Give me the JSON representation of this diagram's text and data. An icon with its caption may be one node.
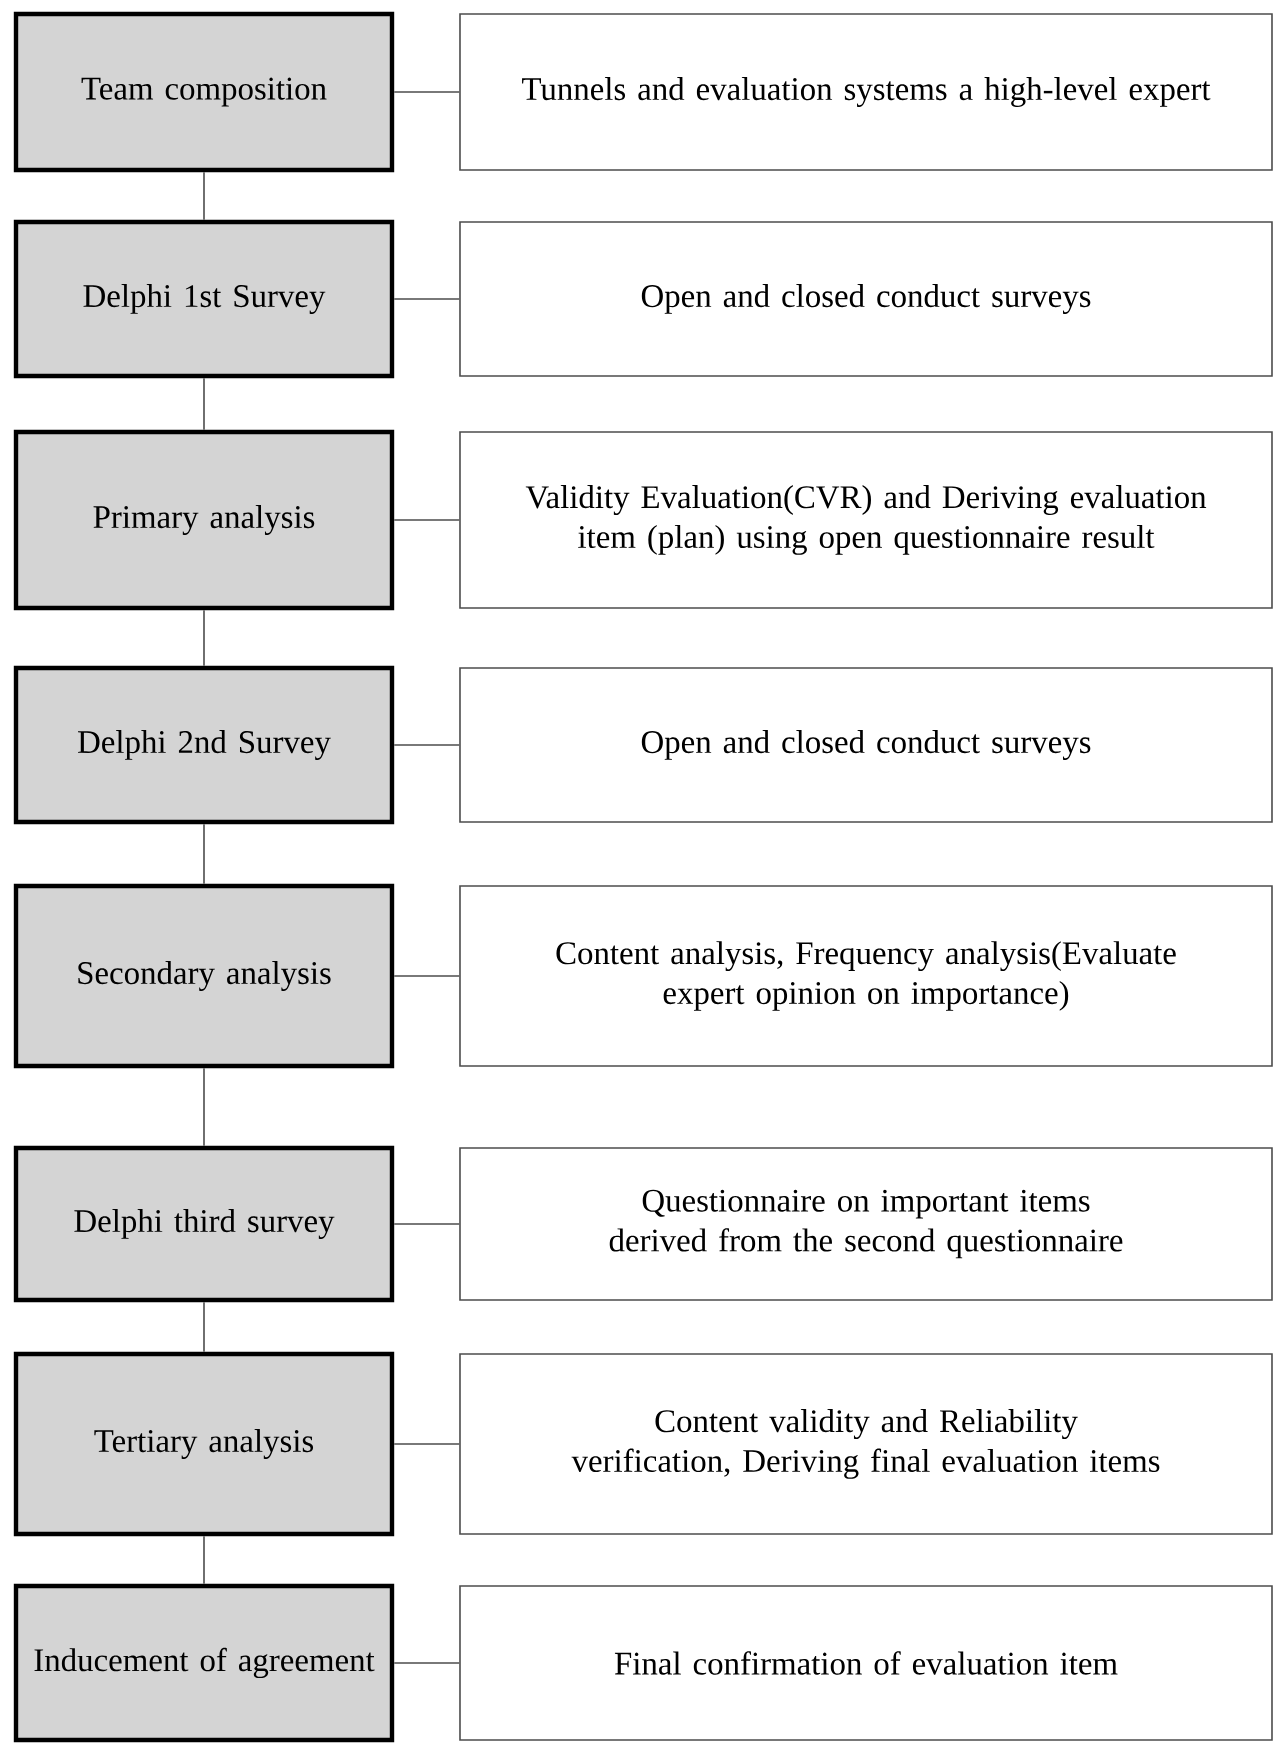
{
  "diagram": {
    "nodes": [
      {
        "text": [
          "Team composition"
        ]
      },
      {
        "text": [
          "Tunnels and evaluation systems a high-level expert"
        ]
      },
      {
        "text": [
          "Delphi 1st Survey"
        ]
      },
      {
        "text": [
          "Open and closed conduct surveys"
        ]
      },
      {
        "text": [
          "Primary analysis"
        ]
      },
      {
        "text": [
          "Validity Evaluation(CVR) and Deriving evaluation item (plan) using open questionnaire result"
        ]
      },
      {
        "text": [
          "Delphi 2nd Survey"
        ]
      },
      {
        "text": [
          "Open and closed conduct surveys"
        ]
      },
      {
        "text": [
          "Secondary analysis"
        ]
      },
      {
        "text": [
          "Content analysis, Frequency analysis(Evaluate expert opinion on importance)"
        ]
      },
      {
        "text": [
          "Delphi third survey"
        ]
      },
      {
        "text": [
          "Questionnaire on important items derived from the second questionnaire"
        ]
      },
      {
        "text": [
          "Tertiary analysis"
        ]
      },
      {
        "text": [
          "Content validity and Reliability verification, Deriving final evaluation items"
        ]
      },
      {
        "text": [
          "Inducement of agreement"
        ]
      },
      {
        "text": [
          "Final confirmation of evaluation item"
        ]
      }
    ],
    "edges": [
      {
        "from": 0,
        "to": 1,
        "arrow": "none"
      },
      {
        "from": 2,
        "to": 3,
        "arrow": "none"
      },
      {
        "from": 4,
        "to": 5,
        "arrow": "none"
      },
      {
        "from": 6,
        "to": 7,
        "arrow": "none"
      },
      {
        "from": 8,
        "to": 9,
        "arrow": "none"
      },
      {
        "from": 10,
        "to": 11,
        "arrow": "none"
      },
      {
        "from": 12,
        "to": 13,
        "arrow": "none"
      },
      {
        "from": 14,
        "to": 15,
        "arrow": "none"
      },
      {
        "from": 0,
        "to": 2,
        "arrow": "none"
      },
      {
        "from": 2,
        "to": 4,
        "arrow": "none"
      },
      {
        "from": 4,
        "to": 6,
        "arrow": "none"
      },
      {
        "from": 6,
        "to": 8,
        "arrow": "none"
      },
      {
        "from": 8,
        "to": 10,
        "arrow": "none"
      },
      {
        "from": 10,
        "to": 12,
        "arrow": "none"
      },
      {
        "from": 12,
        "to": 14,
        "arrow": "none"
      }
    ]
  }
}
